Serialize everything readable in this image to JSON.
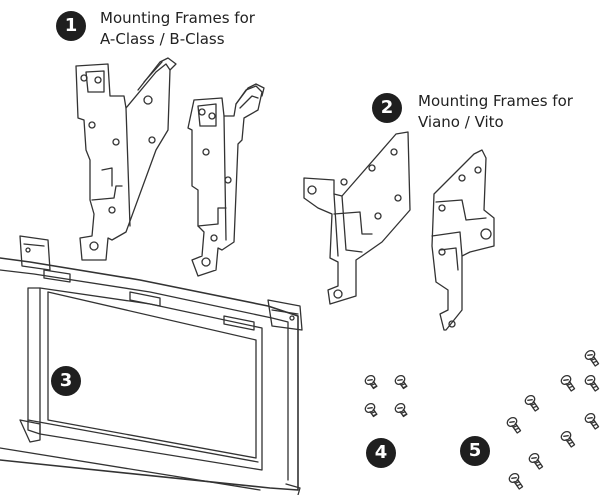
{
  "callouts": [
    {
      "number": "1",
      "caption_line1": "Mounting Frames for",
      "caption_line2": "A-Class / B-Class"
    },
    {
      "number": "2",
      "caption_line1": "Mounting Frames for",
      "caption_line2": "Viano / Vito"
    },
    {
      "number": "3"
    },
    {
      "number": "4"
    },
    {
      "number": "5"
    }
  ],
  "colors": {
    "badge_fill": "#1f1f1f",
    "badge_text": "#ffffff",
    "line_art": "#333333",
    "caption_text": "#222222"
  },
  "icons": {
    "part_1": "mounting-frame-a-b-class-icon",
    "part_2": "mounting-frame-viano-vito-icon",
    "part_3": "radio-fascia-panel-icon",
    "part_4": "short-screws-icon",
    "part_5": "long-screws-icon"
  }
}
